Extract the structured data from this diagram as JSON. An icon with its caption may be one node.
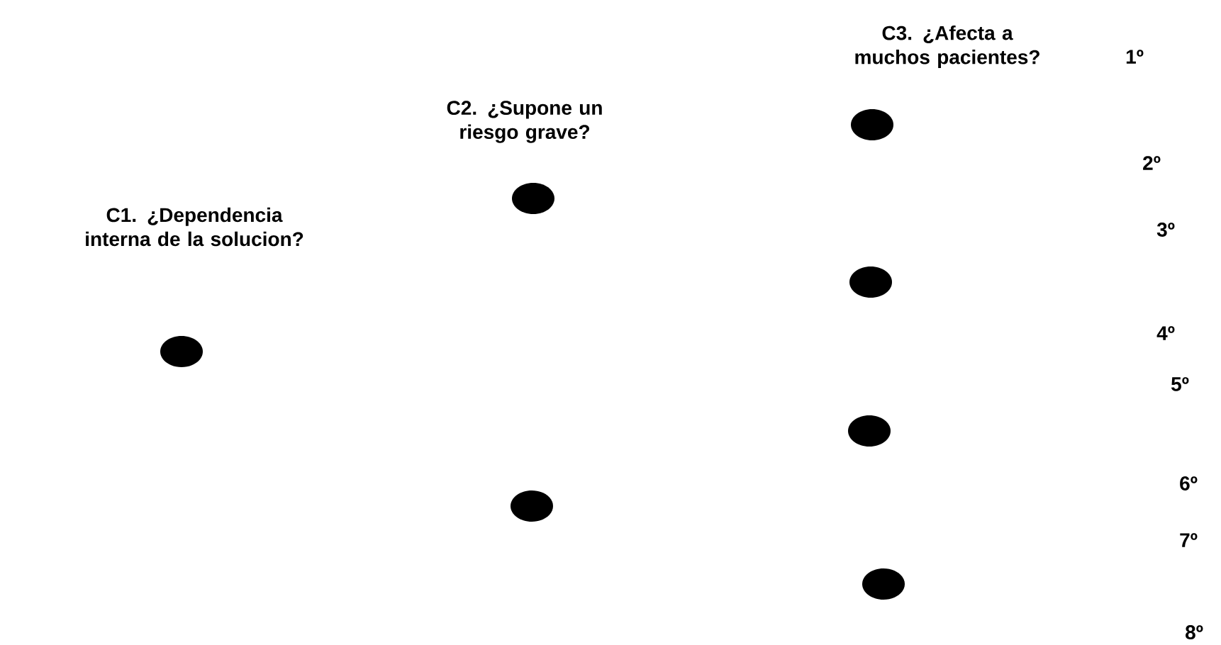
{
  "diagram": {
    "nodes": [
      {
        "text": [],
        "shape": "circle"
      },
      {
        "text": [],
        "shape": "circle"
      },
      {
        "text": [],
        "shape": "circle"
      },
      {
        "text": [],
        "shape": "circle"
      },
      {
        "text": [],
        "shape": "circle"
      },
      {
        "text": [],
        "shape": "circle"
      },
      {
        "text": [],
        "shape": "circle"
      }
    ],
    "labels": [
      "C3. ¿Afecta a muchos pacientes?",
      "1º",
      "C2. ¿Supone un riesgo grave?",
      "C1. ¿Dependencia interna de la solucion?",
      "2º",
      "3º",
      "4º",
      "5º",
      "6º",
      "7º",
      "8º"
    ]
  }
}
